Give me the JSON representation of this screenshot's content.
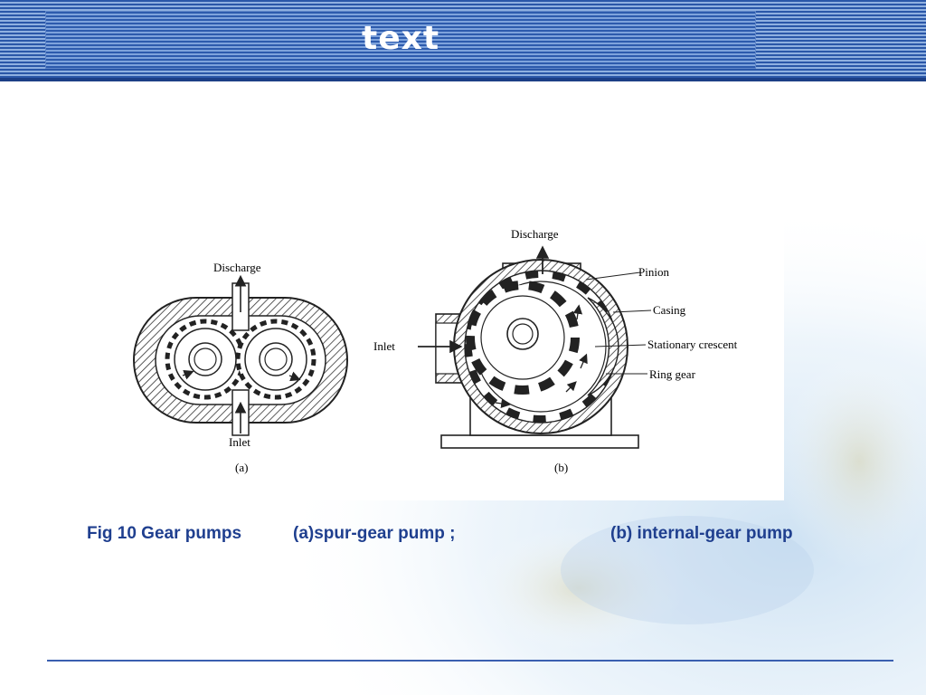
{
  "slide": {
    "title": "text",
    "caption": {
      "part1": "Fig 10 Gear pumps",
      "part2": "(a)spur-gear pump ;",
      "part3": "(b) internal-gear pump"
    }
  },
  "diagram_a": {
    "label": "(a)",
    "discharge_label": "Discharge",
    "inlet_label": "Inlet"
  },
  "diagram_b": {
    "label": "(b)",
    "discharge_label": "Discharge",
    "inlet_label": "Inlet",
    "pinion_label": "Pinion",
    "casing_label": "Casing",
    "crescent_label": "Stationary  crescent",
    "ring_gear_label": "Ring gear"
  },
  "colors": {
    "header_blue": "#2a57a8",
    "caption_blue": "#1f3f8f",
    "footer_line": "#3a5fb0"
  }
}
